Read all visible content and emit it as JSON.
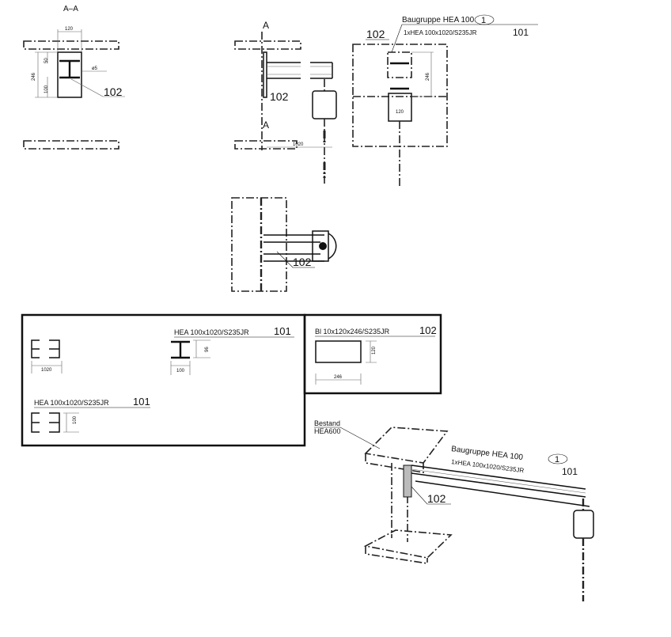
{
  "section_view": {
    "title": "A–A",
    "dim_width": "120",
    "dim_height": "246",
    "dim_top": "50",
    "dim_bottom": "100",
    "weld": "ø5",
    "part_ref": "102"
  },
  "side_view": {
    "cut_top": "A",
    "cut_bottom": "A",
    "part_ref": "102",
    "dim_length": "1020"
  },
  "front_view": {
    "assembly_label": "Baugruppe HEA 100",
    "assembly_number": "1",
    "component_label": "1xHEA 100x1020/S235JR",
    "component_number": "101",
    "part_ref": "102",
    "dim_height": "246",
    "dim_width": "120"
  },
  "plan_view": {
    "part_ref": "102"
  },
  "parts_box_101": {
    "title": "HEA 100x1020/S235JR",
    "number": "101",
    "dim_length": "1020",
    "dim_profile_h": "96",
    "dim_profile_w": "100",
    "title_2": "HEA 100x1020/S235JR",
    "number_2": "101",
    "dim_side": "100"
  },
  "parts_box_102": {
    "title": "Bl 10x120x246/S235JR",
    "number": "102",
    "dim_height": "120",
    "dim_width": "246"
  },
  "iso_view": {
    "existing_label": "Bestand",
    "existing_profile": "HEA600",
    "assembly_label": "Baugruppe HEA 100",
    "assembly_number": "1",
    "component_label": "1xHEA 100x1020/S235JR",
    "component_number": "101",
    "part_ref": "102"
  }
}
